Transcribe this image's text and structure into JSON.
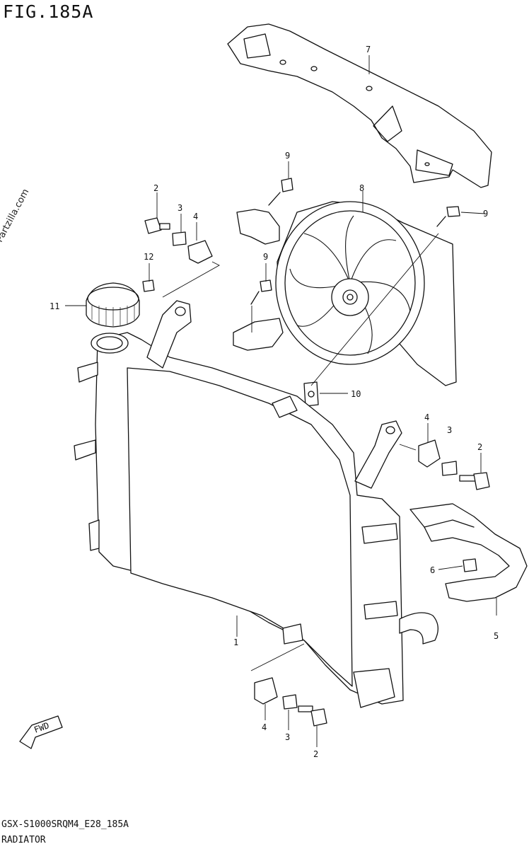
{
  "figure": {
    "title": "FIG.185A",
    "watermark": "© Partzilla.com",
    "footer_code": "GSX-S1000SRQM4_E28_185A",
    "footer_name": "RADIATOR",
    "fwd_label": "FWD"
  },
  "callouts": {
    "c7": "7",
    "c9a": "9",
    "c9b": "9",
    "c9c": "9",
    "c8": "8",
    "c2a": "2",
    "c3a": "3",
    "c4a": "4",
    "c12": "12",
    "c11": "11",
    "c10": "10",
    "c4b": "4",
    "c3b": "3",
    "c2b": "2",
    "c6": "6",
    "c5": "5",
    "c1": "1",
    "c4c": "4",
    "c3c": "3",
    "c2c": "2"
  }
}
